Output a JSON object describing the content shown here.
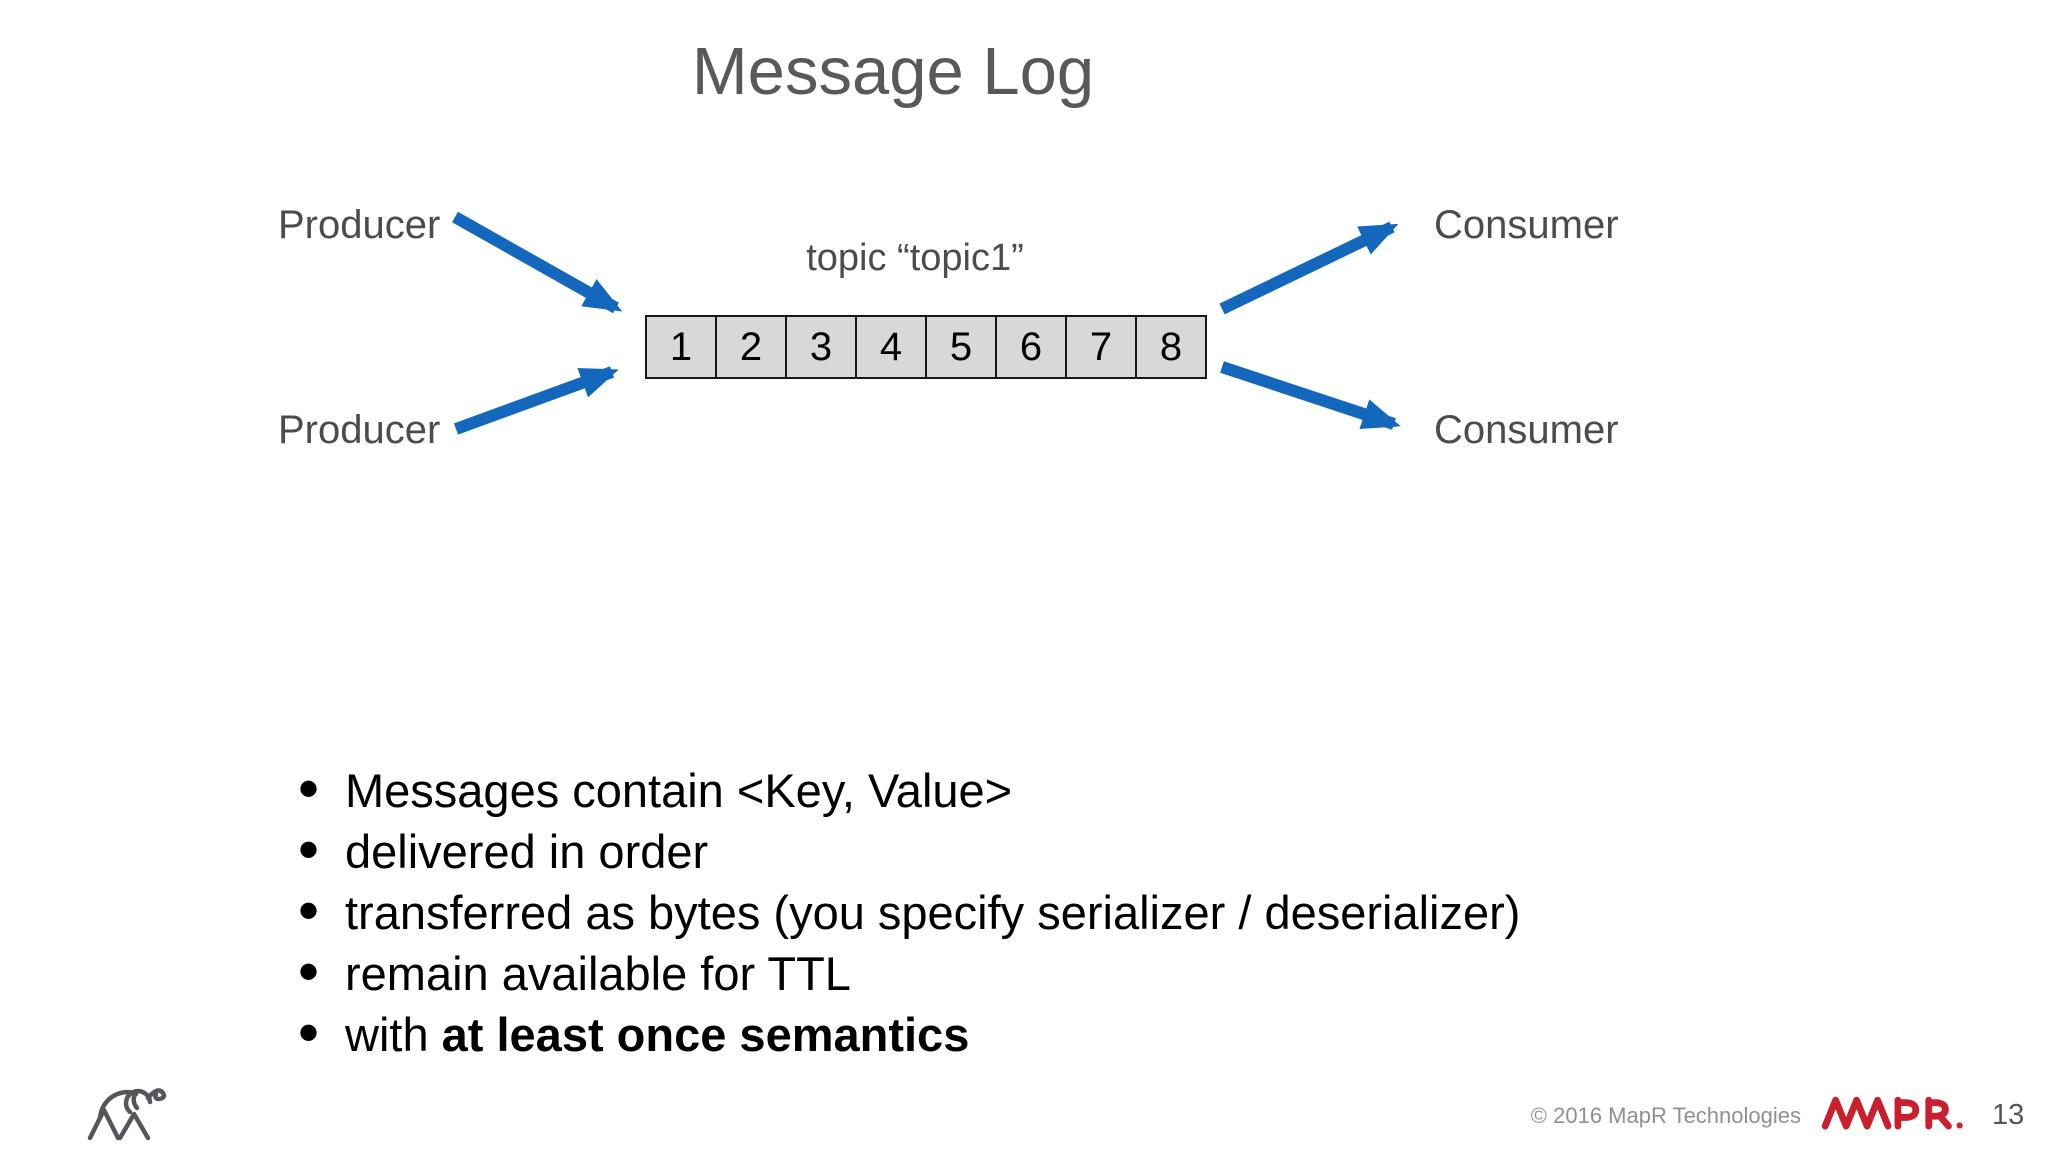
{
  "slide": {
    "title": "Message Log",
    "page_number": "13",
    "diagram": {
      "topic_label": "topic “topic1”",
      "producer_top": "Producer",
      "producer_bottom": "Producer",
      "consumer_top": "Consumer",
      "consumer_bottom": "Consumer",
      "log_cells": [
        "1",
        "2",
        "3",
        "4",
        "5",
        "6",
        "7",
        "8"
      ],
      "arrow_color": "#1368BD",
      "cell_fill": "#D8D8D8",
      "cell_border": "#161616",
      "label_color": "#4A4C4E"
    },
    "bullets": [
      {
        "text": "Messages contain <Key, Value>"
      },
      {
        "text": "delivered in order"
      },
      {
        "text": "transferred as bytes (you specify serializer / deserializer)"
      },
      {
        "text": "remain available for TTL"
      },
      {
        "text": "with ",
        "bold": "at least once semantics"
      }
    ],
    "footer": {
      "copyright": "© 2016 MapR Technologies",
      "brand": "MAPR.",
      "brand_color": "#C8202F"
    },
    "icons": {
      "elephant_logo": "hadoop-elephant-outline",
      "brand_logo": "mapr-wordmark"
    }
  }
}
